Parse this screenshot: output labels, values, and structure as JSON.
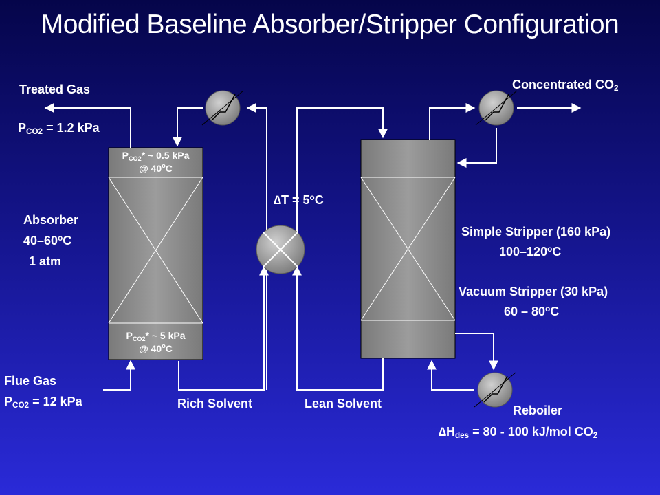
{
  "title": "Modified Baseline Absorber/Stripper Configuration",
  "treated_gas": {
    "label": "Treated Gas",
    "p": "P",
    "sub": "CO2",
    "value": " = 1.2 kPa"
  },
  "absorber_top": {
    "p": "P",
    "sub": "CO2",
    "value": "* ~ 0.5 kPa",
    "temp": "@ 40",
    "deg": "o",
    "unit": "C"
  },
  "absorber": {
    "name": "Absorber",
    "temp_a": "40–60",
    "deg": "o",
    "temp_u": "C",
    "pressure": "1 atm"
  },
  "absorber_bottom": {
    "p": "P",
    "sub": "CO2",
    "value": "* ~ 5 kPa",
    "temp": "@ 40",
    "deg": "o",
    "unit": "C"
  },
  "flue_gas": {
    "label": "Flue Gas",
    "p": "P",
    "sub": "CO2",
    "value": " = 12 kPa"
  },
  "rich_solvent": "Rich Solvent",
  "lean_solvent": "Lean Solvent",
  "delta_t": {
    "delta": "∆",
    "text": "T = 5",
    "deg": "o",
    "unit": "C"
  },
  "concentrated": {
    "text": "Concentrated CO",
    "sub": "2"
  },
  "simple_stripper": {
    "name": "Simple Stripper (160 kPa)",
    "temp": "100–120",
    "deg": "o",
    "unit": "C"
  },
  "vacuum_stripper": {
    "name": "Vacuum Stripper (30 kPa)",
    "temp": "60 – 80",
    "deg": "o",
    "unit": "C"
  },
  "reboiler": {
    "name": "Reboiler",
    "delta": "∆",
    "h": "H",
    "sub": "des",
    "value": " = 80 - 100 kJ/mol CO",
    "sub2": "2"
  },
  "colors": {
    "line": "#ffffff",
    "column": "#8a8a8a",
    "exchanger": "#9a9a9a"
  }
}
